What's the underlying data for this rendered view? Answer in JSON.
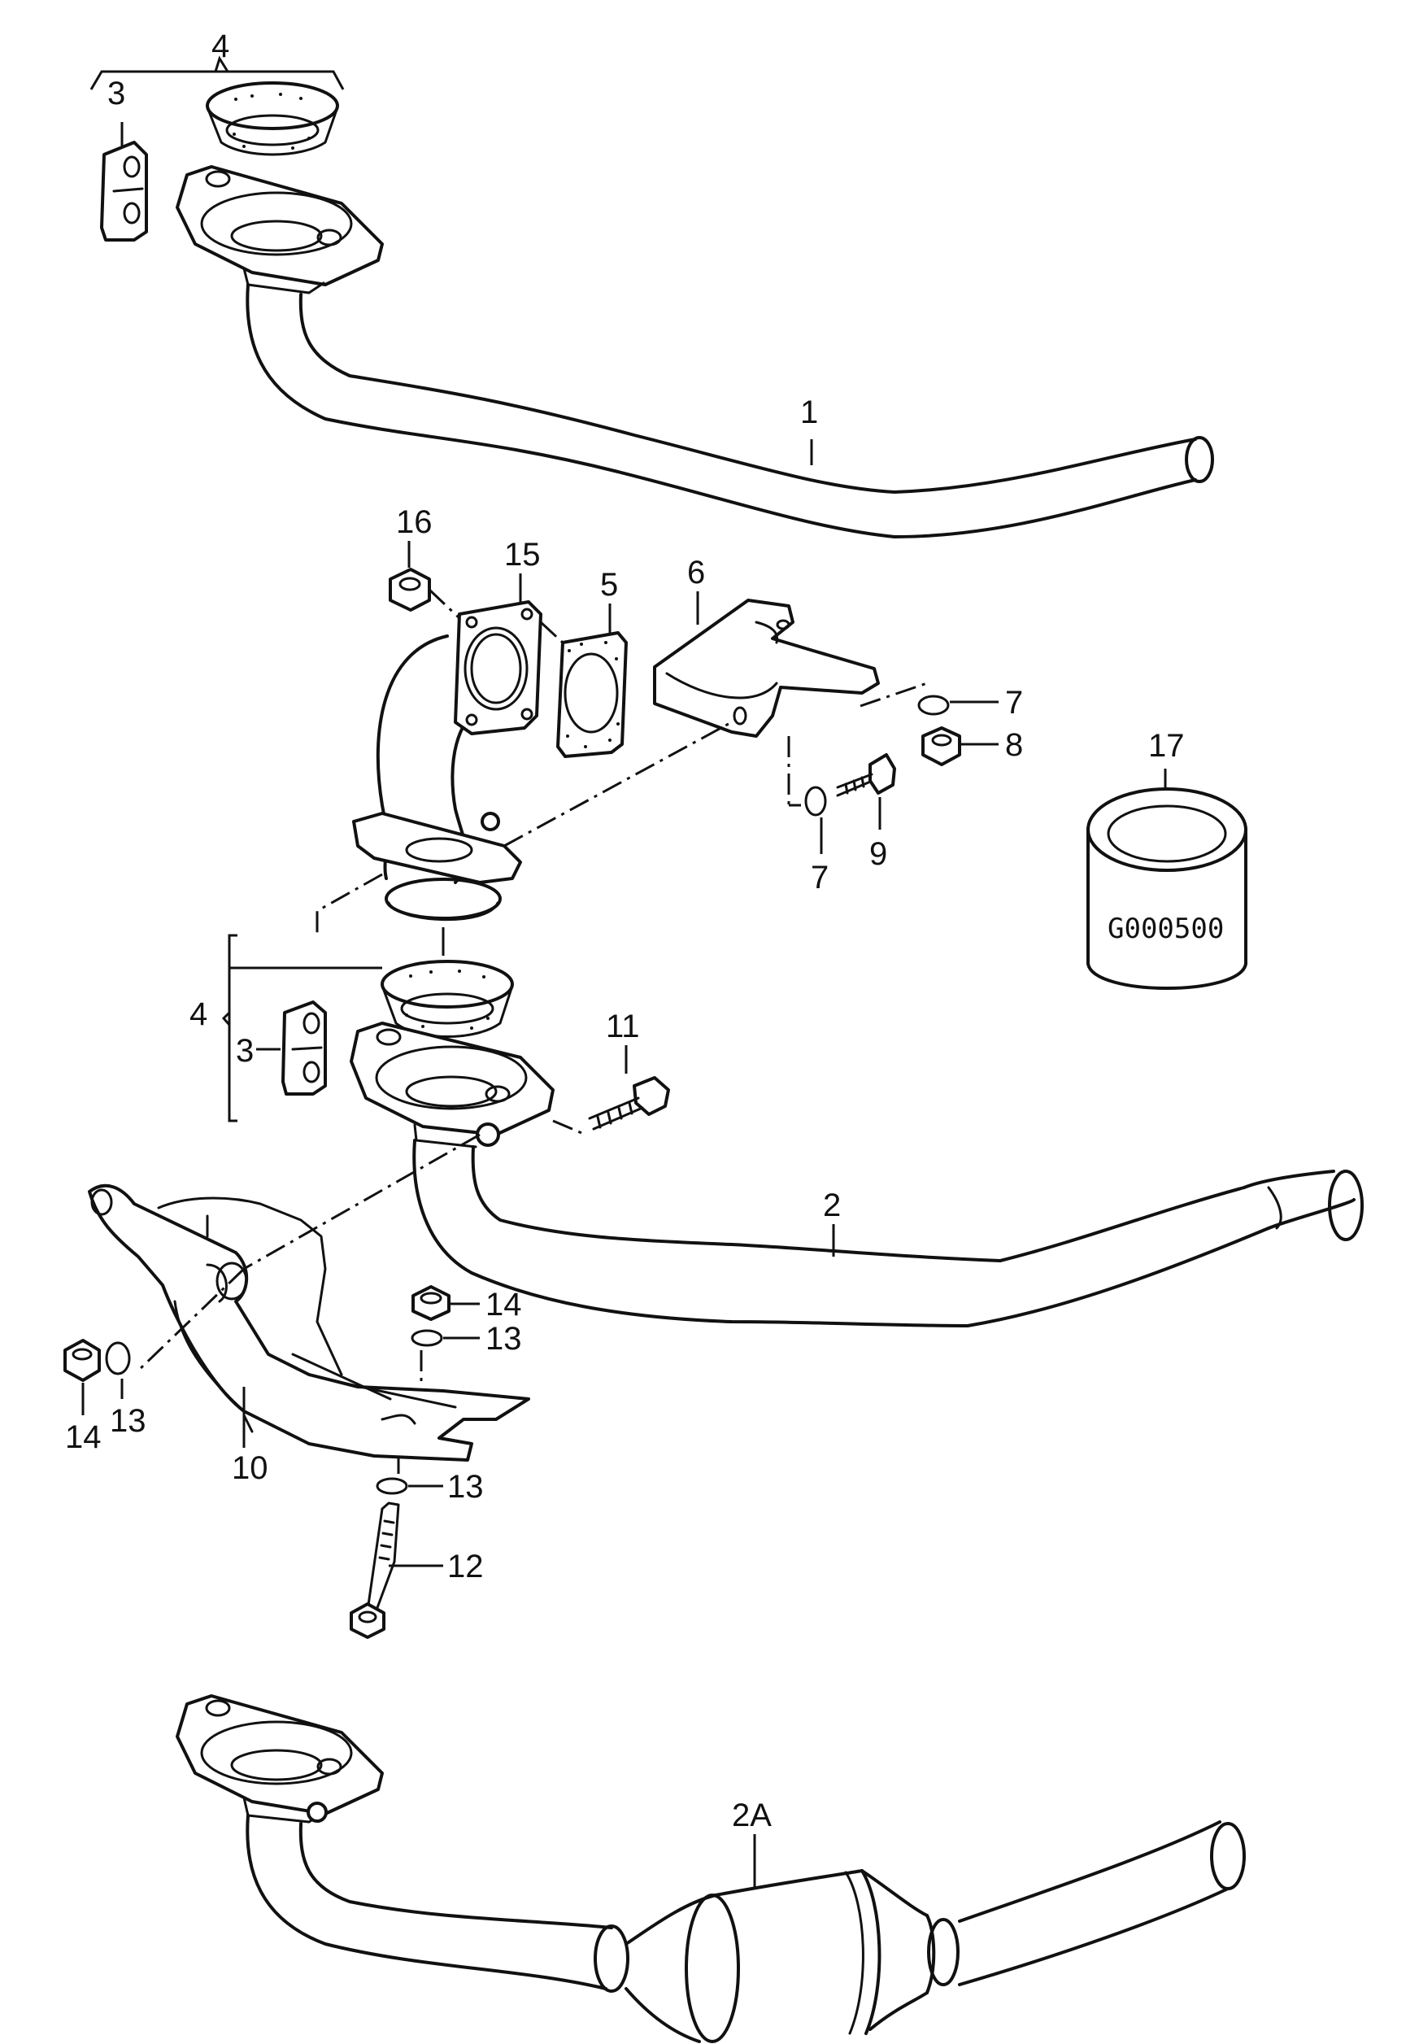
{
  "callouts": {
    "c1": "1",
    "c2": "2",
    "c2a": "2A",
    "c3_top": "3",
    "c3_mid": "3",
    "c4_top": "4",
    "c4_mid": "4",
    "c5": "5",
    "c6": "6",
    "c7_a": "7",
    "c7_b": "7",
    "c8": "8",
    "c9": "9",
    "c10": "10",
    "c11": "11",
    "c12": "12",
    "c13_a": "13",
    "c13_b": "13",
    "c13_c": "13",
    "c14_a": "14",
    "c14_b": "14",
    "c15": "15",
    "c16": "16",
    "c17": "17"
  },
  "kit_label": "G000500"
}
